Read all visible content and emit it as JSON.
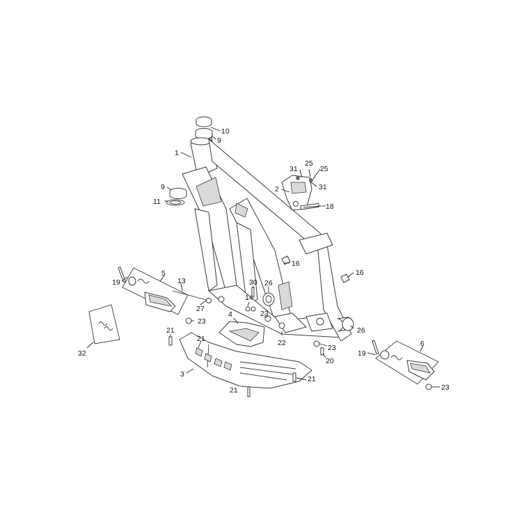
{
  "diagram": {
    "callouts": [
      {
        "id": "c-10",
        "label": "10"
      },
      {
        "id": "c-9a",
        "label": "9"
      },
      {
        "id": "c-1",
        "label": "1"
      },
      {
        "id": "c-9b",
        "label": "9"
      },
      {
        "id": "c-11",
        "label": "11"
      },
      {
        "id": "c-31a",
        "label": "31"
      },
      {
        "id": "c-25a",
        "label": "25"
      },
      {
        "id": "c-25b",
        "label": "25"
      },
      {
        "id": "c-2",
        "label": "2"
      },
      {
        "id": "c-31b",
        "label": "31"
      },
      {
        "id": "c-18",
        "label": "18"
      },
      {
        "id": "c-16a",
        "label": "16"
      },
      {
        "id": "c-16b",
        "label": "16"
      },
      {
        "id": "c-19a",
        "label": "19"
      },
      {
        "id": "c-5",
        "label": "5"
      },
      {
        "id": "c-13",
        "label": "13"
      },
      {
        "id": "c-30",
        "label": "30"
      },
      {
        "id": "c-26a",
        "label": "26"
      },
      {
        "id": "c-14",
        "label": "14"
      },
      {
        "id": "c-27",
        "label": "27"
      },
      {
        "id": "c-23a",
        "label": "23"
      },
      {
        "id": "c-4",
        "label": "4"
      },
      {
        "id": "c-23b",
        "label": "23"
      },
      {
        "id": "c-26b",
        "label": "26"
      },
      {
        "id": "c-21a",
        "label": "21"
      },
      {
        "id": "c-21b",
        "label": "21"
      },
      {
        "id": "c-22",
        "label": "22"
      },
      {
        "id": "c-23c",
        "label": "23"
      },
      {
        "id": "c-6",
        "label": "6"
      },
      {
        "id": "c-32",
        "label": "32"
      },
      {
        "id": "c-19b",
        "label": "19"
      },
      {
        "id": "c-20",
        "label": "20"
      },
      {
        "id": "c-3",
        "label": "3"
      },
      {
        "id": "c-21c",
        "label": "21"
      },
      {
        "id": "c-21d",
        "label": "21"
      },
      {
        "id": "c-23d",
        "label": "23"
      }
    ]
  }
}
